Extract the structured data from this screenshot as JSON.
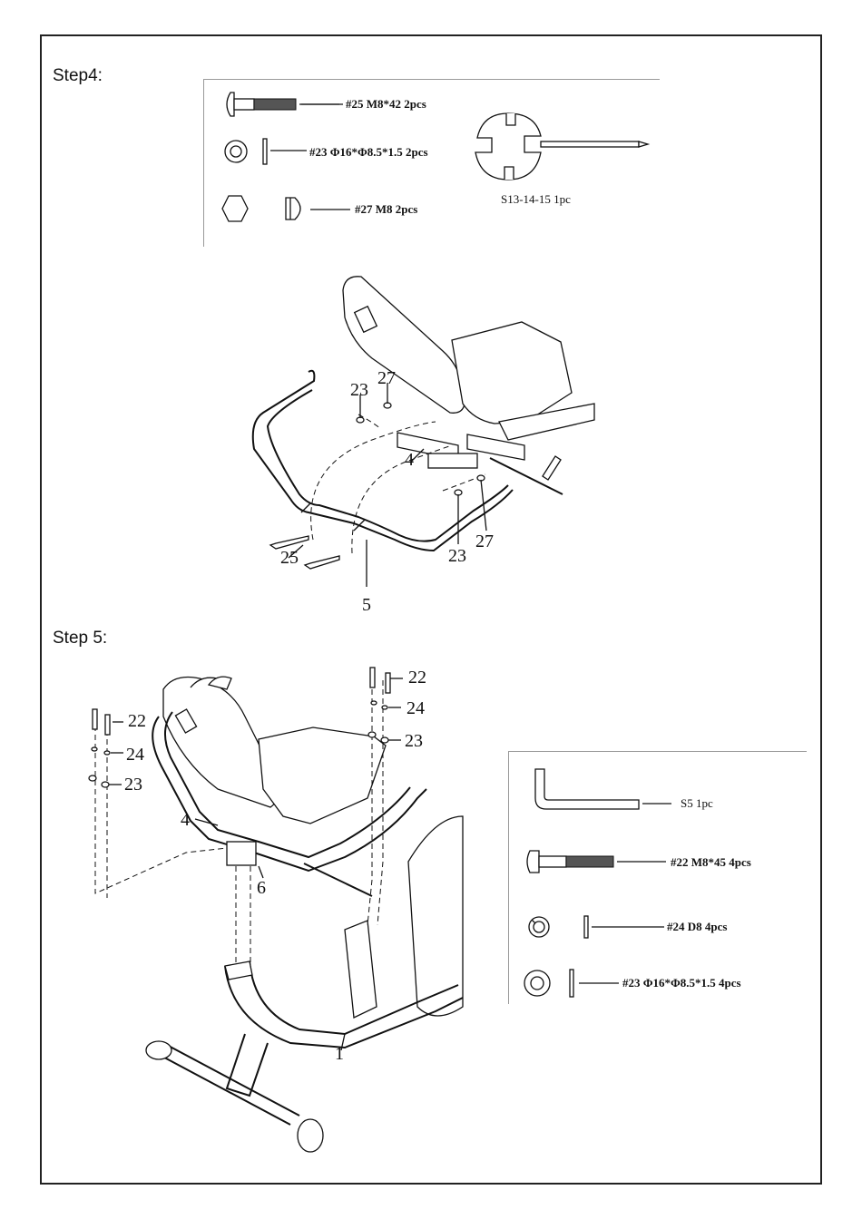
{
  "step4": {
    "title": "Step4:",
    "parts": [
      {
        "id": "bolt-25",
        "icon": "carriage-bolt-icon",
        "label": "#25 M8*42 2pcs"
      },
      {
        "id": "washer-23",
        "icon": "flat-washer-icon",
        "label": "#23 Φ16*Φ8.5*1.5 2pcs"
      },
      {
        "id": "nut-27",
        "icon": "hex-nut-icon",
        "label": "#27 M8 2pcs"
      }
    ],
    "tool": {
      "icon": "wrench-icon",
      "label": "S13-14-15 1pc"
    },
    "callouts": {
      "c23a": "23",
      "c27a": "27",
      "c4": "4",
      "c25": "25",
      "c5": "5",
      "c23b": "23",
      "c27b": "27"
    }
  },
  "step5": {
    "title": "Step 5:",
    "parts": [
      {
        "id": "allen-key",
        "icon": "allen-key-icon",
        "label": "S5 1pc"
      },
      {
        "id": "bolt-22",
        "icon": "hex-bolt-icon",
        "label": "#22 M8*45 4pcs"
      },
      {
        "id": "spring-washer-24",
        "icon": "spring-washer-icon",
        "label": "#24 D8 4pcs"
      },
      {
        "id": "washer-23",
        "icon": "flat-washer-icon",
        "label": "#23 Φ16*Φ8.5*1.5 4pcs"
      }
    ],
    "callouts": {
      "c22a": "22",
      "c24a": "24",
      "c23a": "23",
      "c22b": "22",
      "c24b": "24",
      "c23b": "23",
      "c4": "4",
      "c6": "6",
      "c1": "1"
    }
  }
}
